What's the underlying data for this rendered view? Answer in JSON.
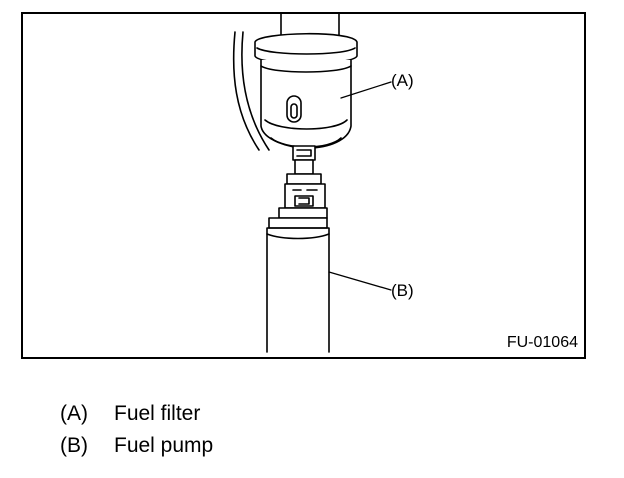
{
  "figure": {
    "code": "FU-01064",
    "callouts": [
      {
        "letter": "(A)"
      },
      {
        "letter": "(B)"
      }
    ]
  },
  "legend": [
    {
      "letter": "(A)",
      "text": "Fuel filter"
    },
    {
      "letter": "(B)",
      "text": "Fuel pump"
    }
  ]
}
